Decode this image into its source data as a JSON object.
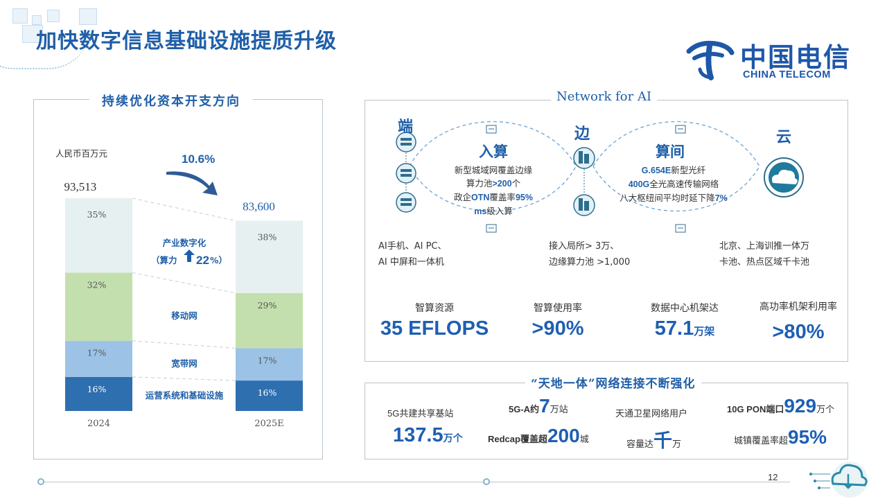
{
  "title": "加快数字信息基础设施提质升级",
  "logo": {
    "cn": "中国电信",
    "en": "CHINA TELECOM"
  },
  "left_panel": {
    "title": "持续优化资本开支方向"
  },
  "chart_data": {
    "type": "bar",
    "unit_label": "人民币百万元",
    "categories": [
      "2024",
      "2025E"
    ],
    "totals": [
      93513,
      83600
    ],
    "total_labels": [
      "93,513",
      "83,600"
    ],
    "change_label": "10.6%",
    "series": [
      {
        "name": "运营系统和基础设施",
        "values": [
          16,
          16
        ],
        "labels": [
          "16%",
          "16%"
        ],
        "color": "#2e6fb0"
      },
      {
        "name": "宽带网",
        "values": [
          17,
          17
        ],
        "labels": [
          "17%",
          "17%"
        ],
        "color": "#9cc3e6"
      },
      {
        "name": "移动网",
        "values": [
          32,
          29
        ],
        "labels": [
          "32%",
          "29%"
        ],
        "color": "#c4dfae"
      },
      {
        "name": "产业数字化",
        "values": [
          35,
          38
        ],
        "labels": [
          "35%",
          "38%"
        ],
        "color": "#e6f0f1"
      }
    ],
    "segment_notes": {
      "compute_prefix": "（算力",
      "compute_value": "22",
      "compute_suffix": "%）"
    }
  },
  "network": {
    "title": "Network for  AI",
    "nodes": {
      "edge_device": "端",
      "edge": "边",
      "cloud": "云"
    },
    "left_loop": {
      "head": "入算",
      "line1": "新型城域网覆盖边缘",
      "line2a": "算力池",
      "line2b": ">200",
      "line2c": "个",
      "line3a": "政企",
      "line3b": "OTN",
      "line3c": "覆盖率",
      "line3d": "95%",
      "line4a": "ms",
      "line4b": "级入算"
    },
    "right_loop": {
      "head": "算间",
      "line1a": "G.654E",
      "line1b": "新型光纤",
      "line2a": "400G",
      "line2b": "全光高速传输网络",
      "line3a": "八大枢纽间平均时延下降",
      "line3b": "7%"
    },
    "descs": [
      {
        "line1": "AI手机、AI PC、",
        "line2": "AI 中屏和一体机"
      },
      {
        "line1": "接入局所> 3万、",
        "line2": "边缘算力池 >1,000"
      },
      {
        "line1": "北京、上海训推一体万",
        "line2": "卡池、热点区域千卡池"
      }
    ],
    "stats": [
      {
        "label": "智算资源",
        "value": "35 EFLOPS",
        "unit": ""
      },
      {
        "label": "智算使用率",
        "value": ">90%",
        "unit": ""
      },
      {
        "label": "数据中心机架达",
        "value": "57.1",
        "unit": "万架"
      },
      {
        "label": "高功率机架利用率",
        "value": ">80%",
        "unit": ""
      }
    ]
  },
  "connectivity": {
    "title": "“天地一体”网络连接不断强化",
    "items": {
      "a_label": "5G共建共享基站",
      "a_value": "137.5",
      "a_unit": "万个",
      "b_pre": "5G-A约",
      "b_value": "7",
      "b_unit": "万站",
      "b2_pre": "Redcap覆盖超",
      "b2_value": "200",
      "b2_unit": "城",
      "c_label": "天通卫星网络用户",
      "c_pre": "容量达",
      "c_value": "千",
      "c_unit": "万",
      "d_pre": "10G PON端口",
      "d_value": "929",
      "d_unit": "万个",
      "d2_pre": "城镇覆盖率超",
      "d2_value": "95%"
    }
  },
  "page_number": "12",
  "colors": {
    "brand_blue": "#1f5fa8",
    "value_blue": "#1e5fb3"
  }
}
